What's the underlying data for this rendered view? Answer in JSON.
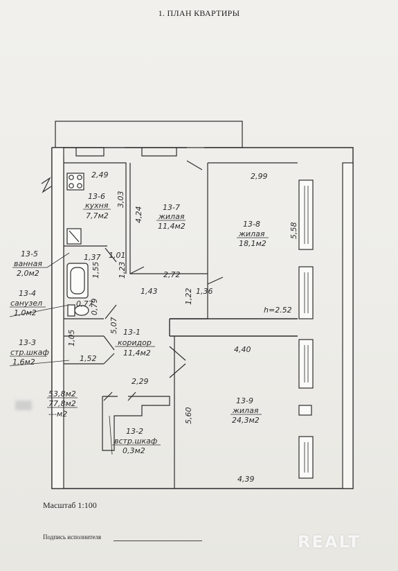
{
  "document": {
    "title": "1. ПЛАН КВАРТИРЫ",
    "scale": "Масштаб 1:100",
    "signature_label": "Подпись исполнителя",
    "watermark": "REALT"
  },
  "rooms": {
    "kitchen": {
      "code": "13-6",
      "name": "кухня",
      "area": "7,7м2"
    },
    "living_small": {
      "code": "13-7",
      "name": "жилая",
      "area": "11,4м2"
    },
    "living_mid": {
      "code": "13-8",
      "name": "жилая",
      "area": "18,1м2"
    },
    "bath": {
      "code": "13-5",
      "name": "ванная",
      "area": "2,0м2"
    },
    "wc": {
      "code": "13-4",
      "name": "санузел",
      "area": "1,0м2"
    },
    "closet": {
      "code": "13-3",
      "name": "стр.шкаф",
      "area": "1,6м2"
    },
    "corridor": {
      "code": "13-1",
      "name": "коридор",
      "area": "11,4м2"
    },
    "built_in": {
      "code": "13-2",
      "name": "встр.шкаф",
      "area": "0,3м2"
    },
    "living_big": {
      "code": "13-9",
      "name": "жилая",
      "area": "24,3м2"
    }
  },
  "totals": {
    "living": "53,8м2",
    "total": "77,8м2",
    "other": "---м2"
  },
  "height": "h=2.52",
  "dims": {
    "d249": "2,49",
    "d303": "3,03",
    "d424": "4,24",
    "d299": "2,99",
    "d558": "5,58",
    "d101": "1,01",
    "d137": "1,37",
    "d155": "1,55",
    "d123": "1,23",
    "d143": "1,43",
    "d272": "2,72",
    "d136": "1,36",
    "d122": "1,22",
    "d077": "0,77",
    "d079": "0,79",
    "d507": "5,07",
    "d105": "1,05",
    "d152": "1,52",
    "d440": "4,40",
    "d229": "2,29",
    "d560": "5,60",
    "d439": "4,39"
  }
}
